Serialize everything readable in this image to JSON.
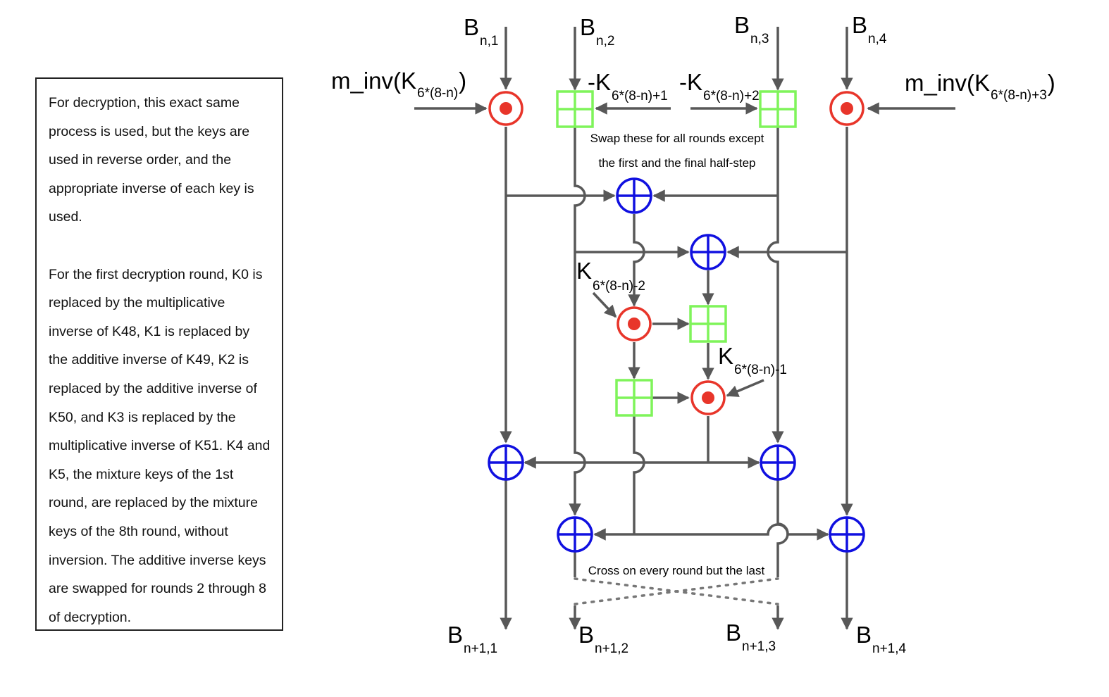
{
  "description": {
    "paragraph1": "For decryption, this exact same process is used, but the keys are used in reverse order, and the appropriate inverse of each key is used.",
    "paragraph2": "For the first decryption round, K0 is replaced by the multiplicative inverse of K48, K1 is replaced by the additive inverse of K49, K2 is replaced by the additive inverse of K50, and K3 is replaced by the multiplicative inverse of K51. K4 and K5, the mixture keys of the 1st round, are replaced by the mixture keys of the 8th round, without inversion. The additive inverse keys are swapped for rounds 2 through 8 of decryption."
  },
  "inputs": [
    {
      "main": "B",
      "sub": "n,1"
    },
    {
      "main": "B",
      "sub": "n,2"
    },
    {
      "main": "B",
      "sub": "n,3"
    },
    {
      "main": "B",
      "sub": "n,4"
    }
  ],
  "outputs": [
    {
      "main": "B",
      "sub": "n+1,1"
    },
    {
      "main": "B",
      "sub": "n+1,2"
    },
    {
      "main": "B",
      "sub": "n+1,3"
    },
    {
      "main": "B",
      "sub": "n+1,4"
    }
  ],
  "keys": {
    "k1": {
      "main": "m_inv(K",
      "sub": "6*(8-n)",
      "close": ")"
    },
    "k2": {
      "main": "-K",
      "sub": "6*(8-n)+1"
    },
    "k3": {
      "main": "-K",
      "sub": "6*(8-n)+2"
    },
    "k4": {
      "main": "m_inv(K",
      "sub": "6*(8-n)+3",
      "close": ")"
    },
    "k5": {
      "main": "K",
      "sub": "6*(8-n)-2"
    },
    "k6": {
      "main": "K",
      "sub": "6*(8-n)-1"
    }
  },
  "notes": {
    "swap_line1": "Swap these for all rounds except",
    "swap_line2": "the first and the final half-step",
    "cross": "Cross on every round but the last"
  },
  "colors": {
    "wire": "#585858",
    "multiply": "#e8352a",
    "add": "#7ff45a",
    "xor": "#1010e0"
  },
  "icons": {
    "multiply": "circle-dot-icon",
    "add": "boxed-plus-icon",
    "xor": "circled-plus-icon"
  }
}
